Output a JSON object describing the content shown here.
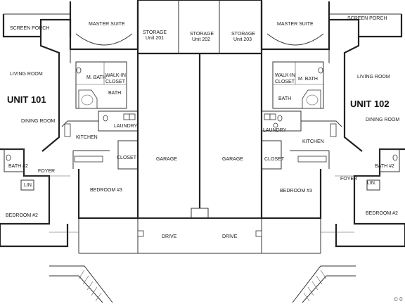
{
  "units": {
    "left": {
      "title": "UNIT 101"
    },
    "right": {
      "title": "UNIT 102"
    }
  },
  "labels": {
    "screen_porch": "SCREEN PORCH",
    "master_suite": "MASTER SUITE",
    "living_room": "LIVING ROOM",
    "dining_room": "DINING ROOM",
    "m_bath": "M. BATH",
    "walk_in_closet_left": "WALK-IN",
    "walk_in_closet_left_2": "CLOSET",
    "walk_in_closet_right": "WALK-IN",
    "walk_in_closet_right_2": "CLOSET",
    "bath": "BATH",
    "bath2": "BATH #2",
    "laundry": "LAUNDRY",
    "kitchen": "KITCHEN",
    "closet": "CLOSET",
    "foyer": "FOYER",
    "lin": "LIN.",
    "bedroom2": "BEDROOM #2",
    "bedroom3": "BEDROOM #3",
    "garage": "GARAGE",
    "drive": "DRIVE",
    "storage": "STORAGE",
    "storage_201": "Unit 201",
    "storage_202": "Unit 202",
    "storage_203": "Unit 203",
    "copyright": "© 0"
  }
}
